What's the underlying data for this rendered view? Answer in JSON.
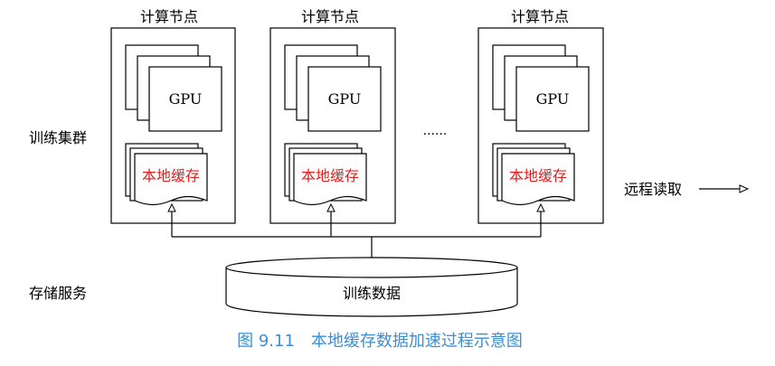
{
  "nodes": [
    {
      "title": "计算节点",
      "gpu_label": "GPU",
      "cache_label": "本地缓存"
    },
    {
      "title": "计算节点",
      "gpu_label": "GPU",
      "cache_label": "本地缓存"
    },
    {
      "title": "计算节点",
      "gpu_label": "GPU",
      "cache_label": "本地缓存"
    }
  ],
  "ellipsis": "......",
  "cluster_label": "训练集群",
  "storage_label": "存储服务",
  "database_label": "训练数据",
  "remote_read_label": "远程读取",
  "caption": "图 9.11　本地缓存数据加速过程示意图",
  "colors": {
    "stroke": "#000000",
    "cache_text": "#e02020",
    "caption": "#3a8fd6"
  }
}
